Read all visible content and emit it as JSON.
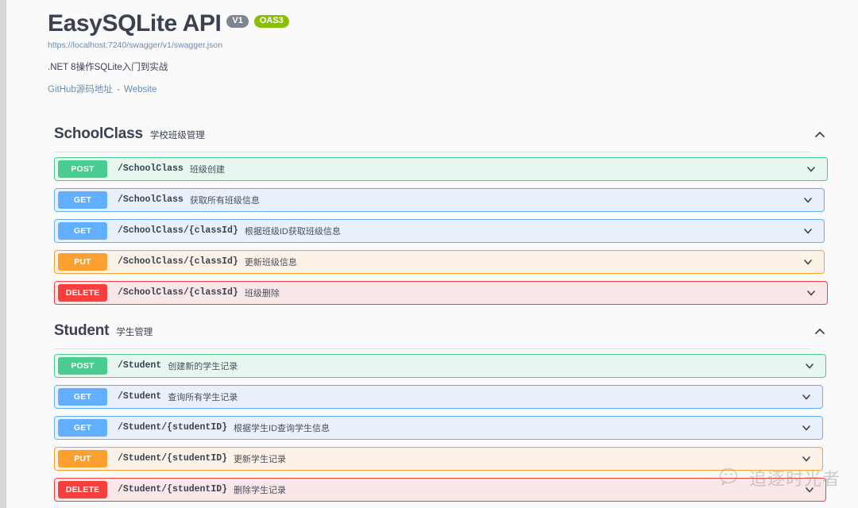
{
  "app": {
    "title": "EasySQLite API",
    "version_badge": "V1",
    "spec_badge": "OAS3",
    "spec_url": "https://localhost:7240/swagger/v1/swagger.json",
    "description": ".NET 8操作SQLite入门到实战",
    "links": {
      "source": "GitHub源码地址",
      "separator": "-",
      "website": "Website"
    }
  },
  "colors": {
    "post": "#49cc90",
    "get": "#61affe",
    "put": "#fca130",
    "delete": "#f93e3e",
    "version_badge": "#7d8492",
    "spec_badge": "#89bf04",
    "title": "#3b4151",
    "link": "#6a8bb5",
    "background": "#fafafa"
  },
  "sections": [
    {
      "name": "SchoolClass",
      "description": "学校班级管理",
      "collapse_icon": "chevron-up-icon",
      "operations": [
        {
          "method": "POST",
          "path": "/SchoolClass",
          "summary": "班级创建",
          "expand_icon": "chevron-down-icon"
        },
        {
          "method": "GET",
          "path": "/SchoolClass",
          "summary": "获取所有班级信息",
          "expand_icon": "chevron-down-icon"
        },
        {
          "method": "GET",
          "path": "/SchoolClass/{classId}",
          "summary": "根据班级ID获取班级信息",
          "expand_icon": "chevron-down-icon"
        },
        {
          "method": "PUT",
          "path": "/SchoolClass/{classId}",
          "summary": "更新班级信息",
          "expand_icon": "chevron-down-icon"
        },
        {
          "method": "DELETE",
          "path": "/SchoolClass/{classId}",
          "summary": "班级删除",
          "expand_icon": "chevron-down-icon"
        }
      ]
    },
    {
      "name": "Student",
      "description": "学生管理",
      "collapse_icon": "chevron-up-icon",
      "operations": [
        {
          "method": "POST",
          "path": "/Student",
          "summary": "创建新的学生记录",
          "expand_icon": "chevron-down-icon"
        },
        {
          "method": "GET",
          "path": "/Student",
          "summary": "查询所有学生记录",
          "expand_icon": "chevron-down-icon"
        },
        {
          "method": "GET",
          "path": "/Student/{studentID}",
          "summary": "根据学生ID查询学生信息",
          "expand_icon": "chevron-down-icon"
        },
        {
          "method": "PUT",
          "path": "/Student/{studentID}",
          "summary": "更新学生记录",
          "expand_icon": "chevron-down-icon"
        },
        {
          "method": "DELETE",
          "path": "/Student/{studentID}",
          "summary": "删除学生记录",
          "expand_icon": "chevron-down-icon"
        }
      ]
    }
  ],
  "watermark": {
    "text": "追逐时光者",
    "logo": "wechat-logo-icon"
  }
}
